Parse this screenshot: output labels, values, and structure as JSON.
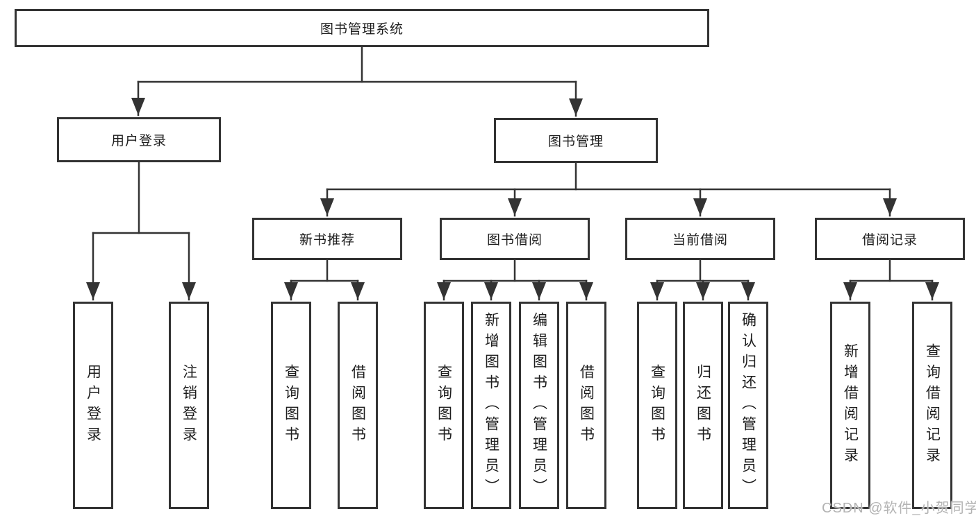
{
  "diagram": {
    "root": {
      "label": "图书管理系统",
      "children": [
        {
          "label": "用户登录",
          "children": [
            {
              "label": "用户登录"
            },
            {
              "label": "注销登录"
            }
          ]
        },
        {
          "label": "图书管理",
          "children": [
            {
              "label": "新书推荐",
              "children": [
                {
                  "label": "查询图书"
                },
                {
                  "label": "借阅图书"
                }
              ]
            },
            {
              "label": "图书借阅",
              "children": [
                {
                  "label": "查询图书"
                },
                {
                  "label": "新增图书（管理员）"
                },
                {
                  "label": "编辑图书（管理员）"
                },
                {
                  "label": "借阅图书"
                }
              ]
            },
            {
              "label": "当前借阅",
              "children": [
                {
                  "label": "查询图书"
                },
                {
                  "label": "归还图书"
                },
                {
                  "label": "确认归还（管理员）"
                }
              ]
            },
            {
              "label": "借阅记录",
              "children": [
                {
                  "label": "新增借阅记录"
                },
                {
                  "label": "查询借阅记录"
                }
              ]
            }
          ]
        }
      ]
    }
  },
  "watermark": {
    "text": "CSDN @软件_小贺同学"
  },
  "colors": {
    "line": "#333333",
    "box_border": "#333333",
    "text": "#1d1d1d",
    "watermark": "#b3b3b3",
    "background": "#ffffff"
  }
}
